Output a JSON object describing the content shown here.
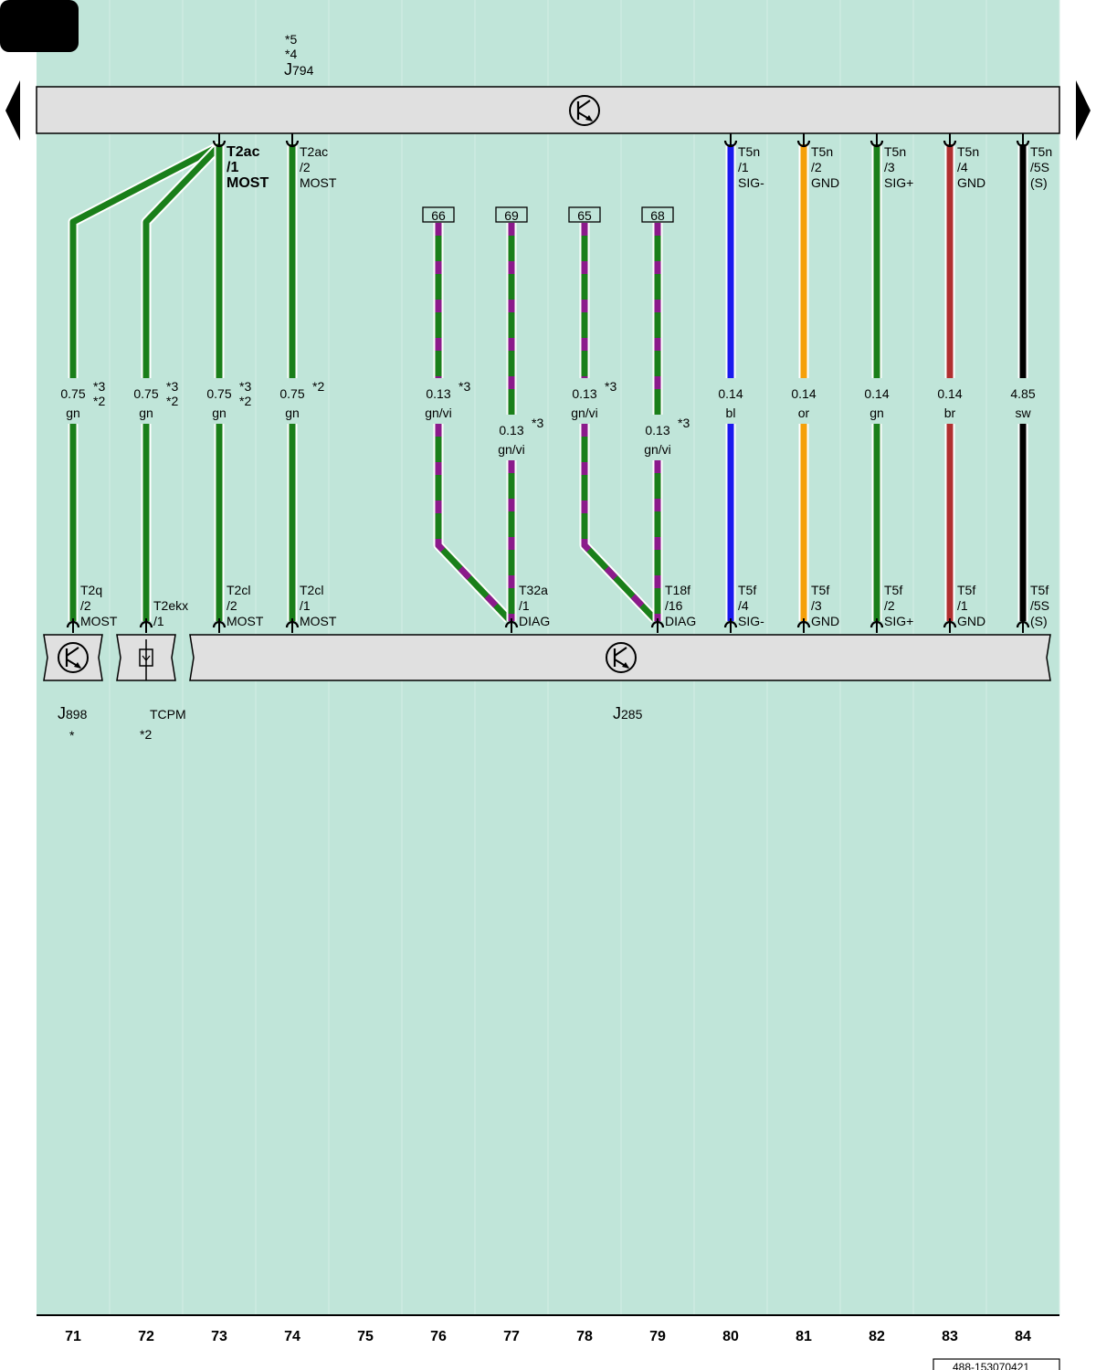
{
  "colors": {
    "background": "#c0e5d9",
    "component_box": "#e0e0e0",
    "gn": "#1a7f1a",
    "vi": "#8b1a8b",
    "bl": "#1a1aee",
    "or": "#f5a00a",
    "br": "#b03030",
    "sw": "#000000"
  },
  "top_component": {
    "notes": [
      "*5",
      "*4"
    ],
    "name": "J",
    "name_sub": "794",
    "icon": "transistor-icon"
  },
  "bottom_components": [
    {
      "name": "J",
      "name_sub": "898",
      "note": "*",
      "icon": "transistor-icon"
    },
    {
      "name": "TCPM",
      "name_sub": "",
      "note": "*2",
      "icon": "sensor-icon"
    },
    {
      "name": "J",
      "name_sub": "285",
      "note": "",
      "icon": "transistor-icon"
    }
  ],
  "wires": [
    {
      "col": 71,
      "top_pin": [],
      "size": "0.75",
      "color_code": "gn",
      "notes": [
        "*3",
        "*2"
      ],
      "bottom_pin": [
        "T2q",
        "/2",
        "MOST"
      ]
    },
    {
      "col": 72,
      "top_pin": [],
      "size": "0.75",
      "color_code": "gn",
      "notes": [
        "*3",
        "*2"
      ],
      "bottom_pin": [
        "T2ekx",
        "/1"
      ]
    },
    {
      "col": 73,
      "top_pin": [
        "T2ac",
        "/1",
        "MOST"
      ],
      "size": "0.75",
      "color_code": "gn",
      "notes": [
        "*3",
        "*2"
      ],
      "bottom_pin": [
        "T2cl",
        "/2",
        "MOST"
      ]
    },
    {
      "col": 74,
      "top_pin": [
        "T2ac",
        "/2",
        "MOST"
      ],
      "size": "0.75",
      "color_code": "gn",
      "notes": [
        "*2"
      ],
      "bottom_pin": [
        "T2cl",
        "/1",
        "MOST"
      ]
    },
    {
      "col": 76,
      "ref": "66",
      "size": "0.13",
      "color_code": "gn/vi",
      "notes": [
        "*3"
      ],
      "bottom_pin": []
    },
    {
      "col": 77,
      "ref": "69",
      "size": "0.13",
      "color_code": "gn/vi",
      "notes": [
        "*3"
      ],
      "bottom_pin": [
        "T32a",
        "/1",
        "DIAG"
      ]
    },
    {
      "col": 78,
      "ref": "65",
      "size": "0.13",
      "color_code": "gn/vi",
      "notes": [
        "*3"
      ],
      "bottom_pin": []
    },
    {
      "col": 79,
      "ref": "68",
      "size": "0.13",
      "color_code": "gn/vi",
      "notes": [
        "*3"
      ],
      "bottom_pin": [
        "T18f",
        "/16",
        "DIAG"
      ]
    },
    {
      "col": 80,
      "top_pin": [
        "T5n",
        "/1",
        "SIG-"
      ],
      "size": "0.14",
      "color_code": "bl",
      "notes": [],
      "bottom_pin": [
        "T5f",
        "/4",
        "SIG-"
      ]
    },
    {
      "col": 81,
      "top_pin": [
        "T5n",
        "/2",
        "GND"
      ],
      "size": "0.14",
      "color_code": "or",
      "notes": [],
      "bottom_pin": [
        "T5f",
        "/3",
        "GND"
      ]
    },
    {
      "col": 82,
      "top_pin": [
        "T5n",
        "/3",
        "SIG+"
      ],
      "size": "0.14",
      "color_code": "gn",
      "notes": [],
      "bottom_pin": [
        "T5f",
        "/2",
        "SIG+"
      ]
    },
    {
      "col": 83,
      "top_pin": [
        "T5n",
        "/4",
        "GND"
      ],
      "size": "0.14",
      "color_code": "br",
      "notes": [],
      "bottom_pin": [
        "T5f",
        "/1",
        "GND"
      ]
    },
    {
      "col": 84,
      "top_pin": [
        "T5n",
        "/5S",
        "(S)"
      ],
      "size": "4.85",
      "color_code": "sw",
      "notes": [],
      "bottom_pin": [
        "T5f",
        "/5S",
        "(S)"
      ]
    }
  ],
  "columns": [
    "71",
    "72",
    "73",
    "74",
    "75",
    "76",
    "77",
    "78",
    "79",
    "80",
    "81",
    "82",
    "83",
    "84"
  ],
  "footer": {
    "doc_id": "488-153070421"
  }
}
